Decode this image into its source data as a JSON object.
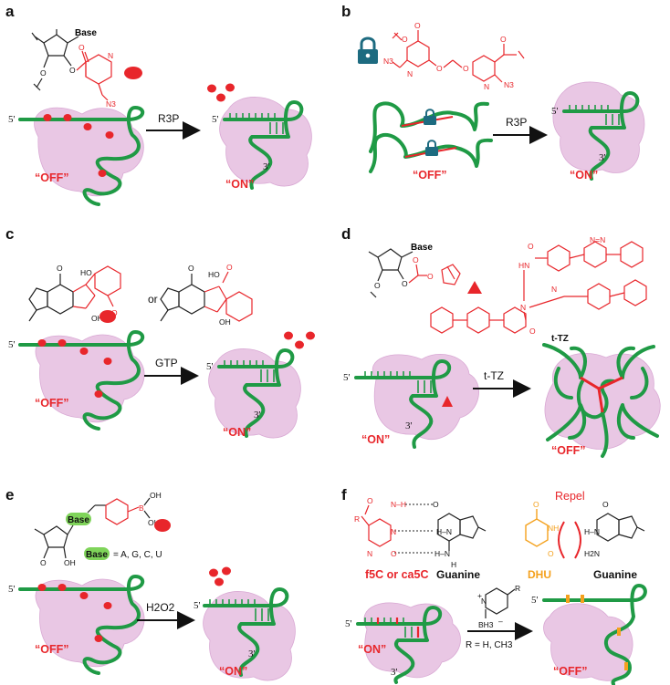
{
  "panels": {
    "a": {
      "label": "a",
      "base_text": "Base",
      "n3_text": "N3",
      "reagent": "R3P",
      "five_prime_left": "5'",
      "five_prime_right": "5'",
      "three_prime": "3'",
      "state_left": "“OFF”",
      "state_right": "“ON”"
    },
    "b": {
      "label": "b",
      "n3_left": "N3",
      "n3_right": "N3",
      "reagent": "R3P",
      "five_prime": "5'",
      "three_prime": "3'",
      "state_left": "“OFF”",
      "state_right": "“ON”"
    },
    "c": {
      "label": "c",
      "or_text": "or",
      "reagent": "GTP",
      "five_prime_left": "5'",
      "five_prime_right": "5'",
      "three_prime": "3'",
      "state_left": "“OFF”",
      "state_right": "“ON”"
    },
    "d": {
      "label": "d",
      "base_text": "Base",
      "ttz_label": "t-TZ",
      "reagent": "t-TZ",
      "five_prime": "5'",
      "three_prime": "3'",
      "state_left": "“ON”",
      "state_right": "“OFF”"
    },
    "e": {
      "label": "e",
      "base_text": "Base",
      "base_legend": "= A, G, C, U",
      "reagent": "H2O2",
      "five_prime_left": "5'",
      "five_prime_right": "5'",
      "three_prime": "3'",
      "state_left": "“OFF”",
      "state_right": "“ON”"
    },
    "f": {
      "label": "f",
      "repel": "Repel",
      "f5c_label": "f5C or ca5C",
      "guanine_left": "Guanine",
      "dhu_label": "DHU",
      "guanine_right": "Guanine",
      "reagent_condition": "R = H, CH3",
      "five_prime_left": "5'",
      "five_prime_right": "5'",
      "three_prime": "3'",
      "state_left": "“ON”",
      "state_right": "“OFF”"
    }
  },
  "colors": {
    "rna": "#1f9a45",
    "protein": "#e9c7e4",
    "accent_red": "#e8262b",
    "dhu_orange": "#f4a11d",
    "lock_teal": "#1d6b80"
  }
}
